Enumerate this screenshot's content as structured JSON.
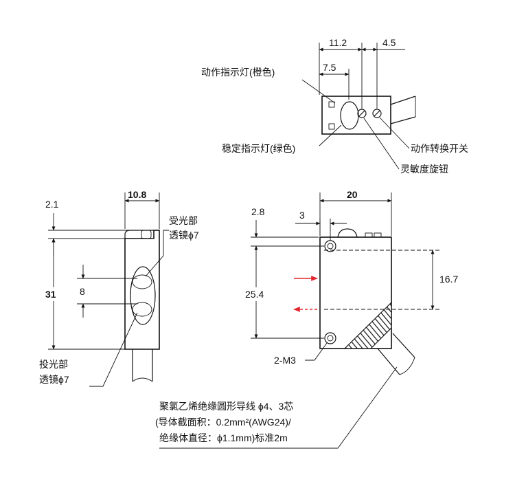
{
  "top_view": {
    "dim_a": "11.2",
    "dim_b": "4.5",
    "dim_c": "7.5",
    "label_op_indicator": "动作指示灯(橙色)",
    "label_stable_indicator": "稳定指示灯(绿色)",
    "label_op_switch": "动作转换开关",
    "label_sensitivity": "灵敏度旋钮"
  },
  "side_view": {
    "dim_width": "10.8",
    "dim_top": "2.1",
    "dim_height": "31",
    "dim_lens_gap": "8",
    "label_receiver_1": "受光部",
    "label_receiver_2": "透镜ϕ7",
    "label_emitter_1": "投光部",
    "label_emitter_2": "透镜ϕ7"
  },
  "front_view": {
    "dim_width": "20",
    "dim_top": "2.8",
    "dim_hole_offset": "3",
    "dim_hole_span": "25.4",
    "dim_optical": "16.7",
    "label_screw": "2-M3"
  },
  "cable_note": {
    "line1": "聚氯乙烯绝缘圆形导线 ϕ4、3芯",
    "line2": "(导体截面积：0.2mm²(AWG24)/",
    "line3": "绝缘体直径：ϕ1.1mm)标准2m"
  },
  "colors": {
    "line": "#111111",
    "arrow": "#e1262f"
  }
}
